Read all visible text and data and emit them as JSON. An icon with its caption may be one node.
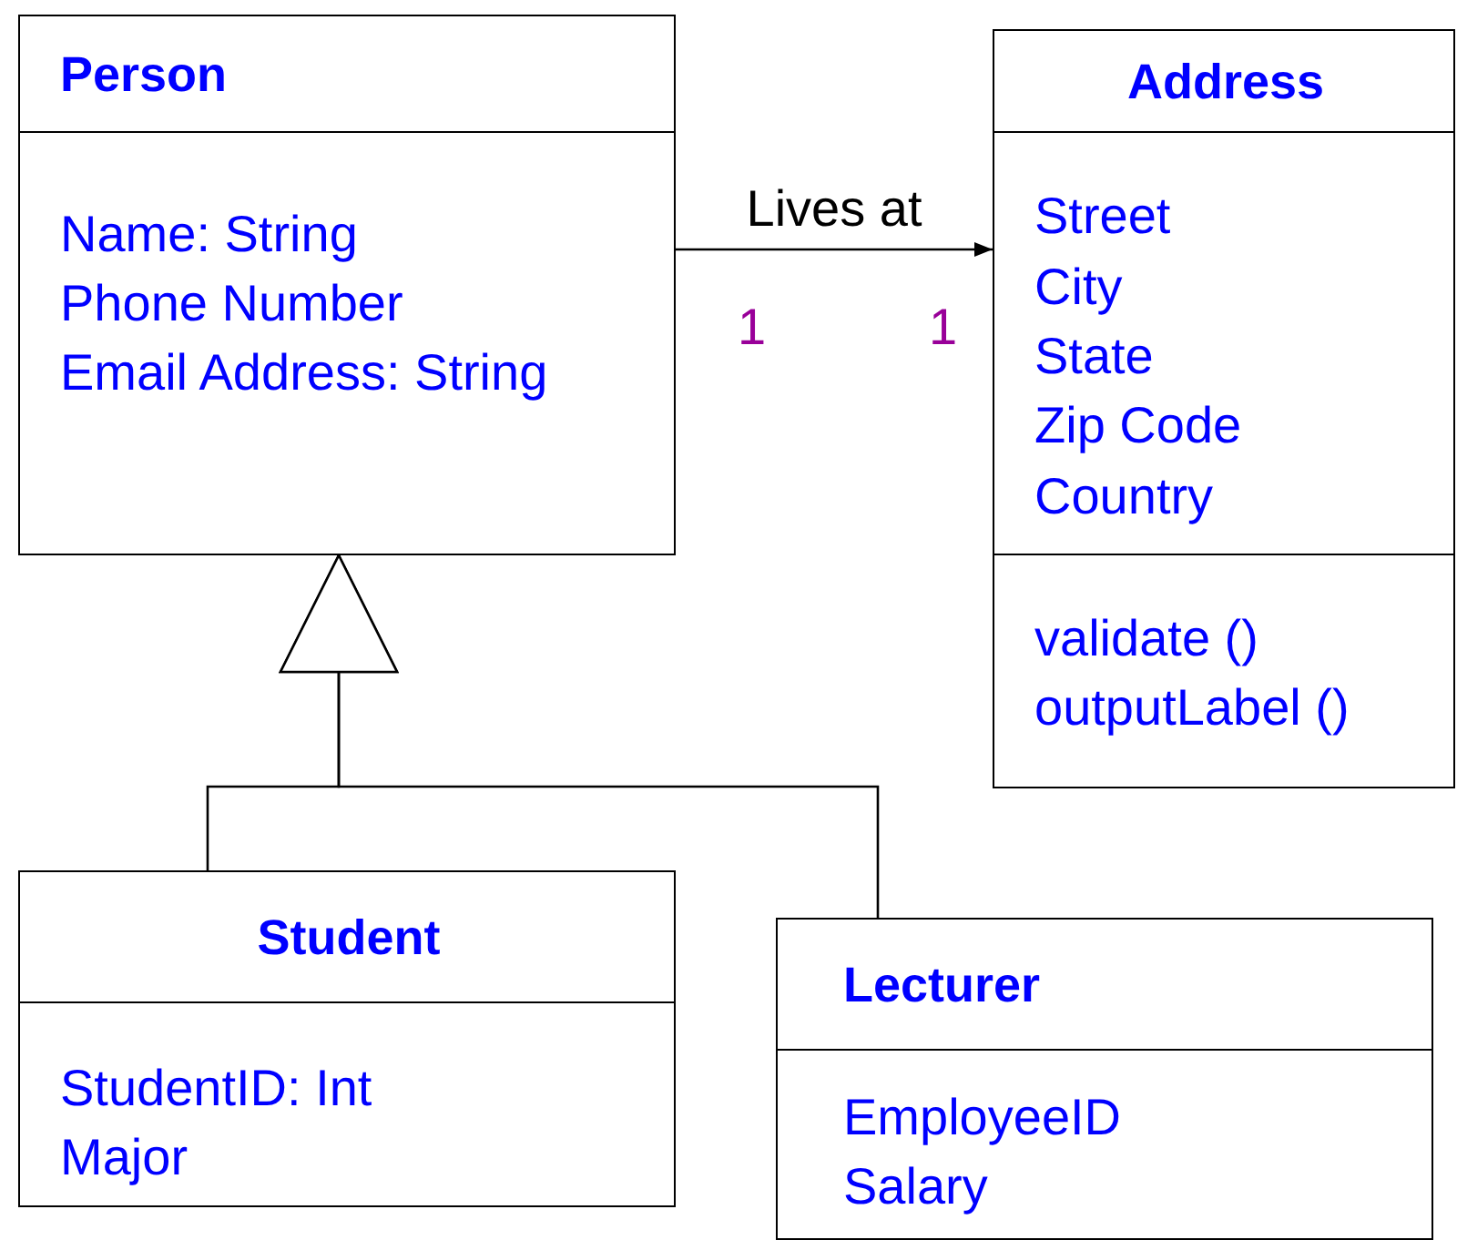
{
  "diagram": {
    "nodes": [
      {
        "text": [
          "Person",
          "Name: String",
          "Phone Number",
          "Email Address: String"
        ]
      },
      {
        "text": [
          "Address",
          "Street",
          "City",
          "State",
          "Zip Code",
          "Country",
          "validate ()",
          "outputLabel ()"
        ]
      },
      {
        "text": [
          "Student",
          "StudentID: Int",
          "Major"
        ]
      },
      {
        "text": [
          "Lecturer",
          "EmployeeID",
          "Salary"
        ]
      }
    ],
    "edges": [
      {
        "from": 0,
        "to": 1,
        "arrow": "to",
        "label": "Lives at"
      },
      {
        "from": 2,
        "to": 0,
        "arrow": "to"
      },
      {
        "from": 3,
        "to": 0,
        "arrow": "to"
      }
    ],
    "labels": [
      "1",
      "1"
    ]
  }
}
